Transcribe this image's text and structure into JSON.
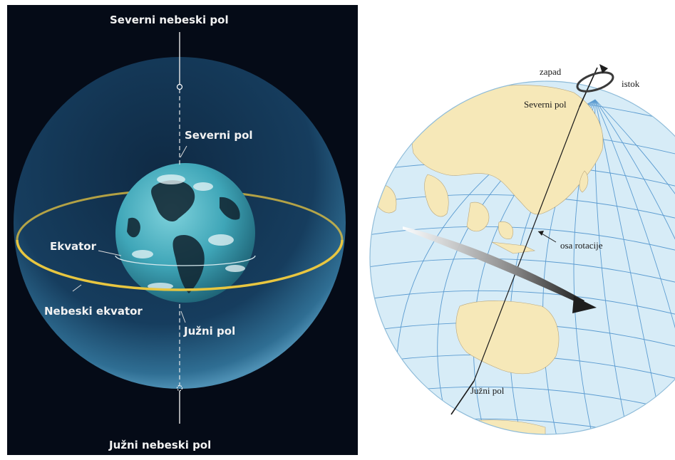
{
  "left_diagram": {
    "labels": {
      "north_celestial_pole": "Severni nebeski pol",
      "north_pole": "Severni pol",
      "equator": "Ekvator",
      "celestial_equator": "Nebeski ekvator",
      "south_pole": "Južni pol",
      "south_celestial_pole": "Južni nebeski pol"
    },
    "colors": {
      "background": "#050b17",
      "celestial_sphere": "#2f6e93",
      "earth_ocean": "#3fa6b8",
      "celestial_equator": "#e8c640",
      "text": "#f2f2f2"
    }
  },
  "right_diagram": {
    "labels": {
      "west": "zapad",
      "east": "istok",
      "north_pole": "Severni pol",
      "rotation_axis": "osa rotacije",
      "south_pole": "Južni pol"
    },
    "colors": {
      "ocean": "#d7ecf7",
      "land": "#f6e8b8",
      "grid": "#5b9bd0",
      "axis": "#1a1a1a",
      "arrow": "#2b2b2b"
    }
  }
}
